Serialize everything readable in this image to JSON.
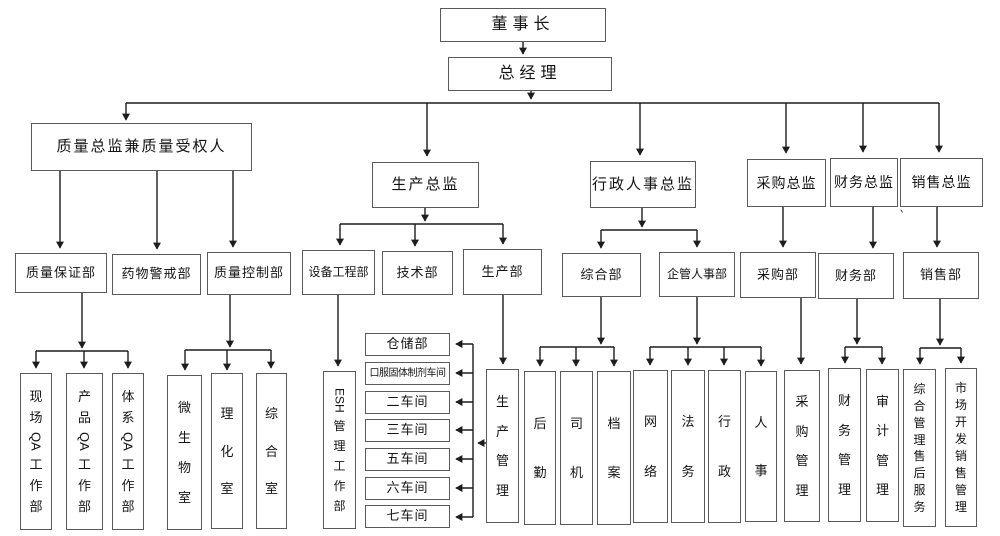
{
  "colors": {
    "line": "#222222",
    "box_border": "#5a5a5a",
    "text": "#141414",
    "background": "#ffffff"
  },
  "stray_mark": "ˋ",
  "nodes": {
    "chairman": "董事长",
    "general_manager": "总经理",
    "quality_director": "质量总监兼质量受权人",
    "production_director": "生产总监",
    "admin_hr_director": "行政人事总监",
    "purchasing_director": "采购总监",
    "finance_director": "财务总监",
    "sales_director": "销售总监",
    "qa_dept": "质量保证部",
    "pharmacovigilance_dept": "药物警戒部",
    "qc_dept": "质量控制部",
    "equipment_engineering_dept": "设备工程部",
    "technology_dept": "技术部",
    "production_dept": "生产部",
    "general_affairs_dept": "综合部",
    "enterprise_hr_dept": "企管人事部",
    "purchasing_dept": "采购部",
    "finance_dept": "财务部",
    "sales_dept": "销售部",
    "onsite_qa": "现场QA工作部",
    "product_qa": "产品QA工作部",
    "system_qa": "体系QA工作部",
    "microbiology_room": "微生物室",
    "physchem_room": "理化室",
    "general_room": "综合室",
    "esh_dept": "ESH管理工作部",
    "warehouse_dept": "仓储部",
    "oral_solid_workshop": "口服固体制剂车间",
    "workshop_2": "二车间",
    "workshop_3": "三车间",
    "workshop_5": "五车间",
    "workshop_6": "六车间",
    "workshop_7": "七车间",
    "production_mgmt": "生产管理",
    "logistics": "后勤",
    "drivers": "司机",
    "archives": "档案",
    "network": "网络",
    "legal": "法务",
    "administration": "行政",
    "hr": "人事",
    "purchasing_mgmt": "采购管理",
    "finance_mgmt": "财务管理",
    "audit_mgmt": "审计管理",
    "sales_aftersales_mgmt": "综合管理售后服务",
    "market_dev_sales_mgmt": "市场开发销售管理"
  }
}
